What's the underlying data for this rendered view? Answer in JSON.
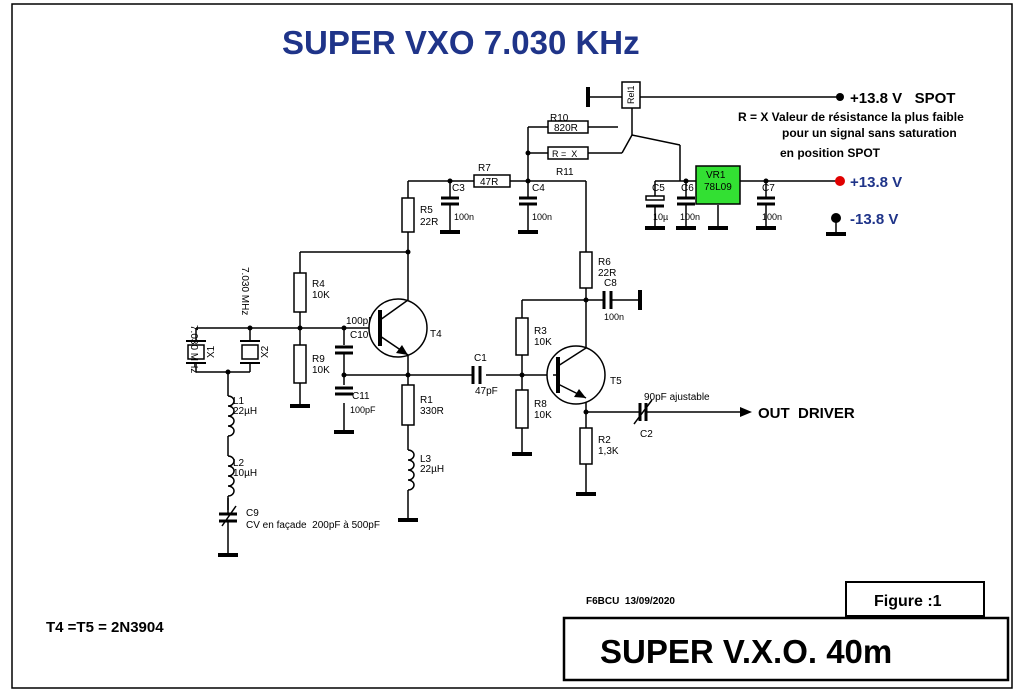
{
  "title": "SUPER VXO 7.030 KHz",
  "supply": {
    "spot": "+13.8 V   SPOT",
    "pos": "+13.8 V",
    "neg": "-13.8 V"
  },
  "note": {
    "line1": "R = X  Valeur de résistance la plus faible",
    "line2": "pour un signal sans  saturation",
    "line3": "en position SPOT"
  },
  "components": {
    "rel1": "Rel1",
    "r10": "R10",
    "r10_val": "820R",
    "r11_box": "R =  X",
    "r11": "R11",
    "r7": "R7",
    "r7_val": "47R",
    "c3": "C3",
    "c3_val": "100n",
    "c4": "C4",
    "c4_val": "100n",
    "c5": "C5",
    "c5_val": "10µ",
    "c6": "C6",
    "c6_val": "100n",
    "vr1": "VR1",
    "vr1_val": "78L09",
    "c7": "C7",
    "c7_val": "100n",
    "r5": "R5",
    "r5_val": "22R",
    "r6": "R6",
    "r6_val": "22R",
    "c8": "C8",
    "c8_val": "100n",
    "r4": "R4",
    "r4_val": "10K",
    "r9": "R9",
    "r9_val": "10K",
    "c10_val": "100pF",
    "c10": "C10",
    "c11": "C11",
    "c11_val": "100pF",
    "t4": "T4",
    "r1": "R1",
    "r1_val": "330R",
    "l3": "L3",
    "l3_val": "22µH",
    "c1": "C1",
    "c1_val": "47pF",
    "r3": "R3",
    "r3_val": "10K",
    "r8": "R8",
    "r8_val": "10K",
    "t5": "T5",
    "r2": "R2",
    "r2_val": "1,3K",
    "c2": "C2",
    "c2_val": "90pF ajustable",
    "x1": "X1",
    "x1_freq": "7.030 MHz",
    "x2": "X2",
    "x2_freq": "7.030 MHz",
    "l1": "L1",
    "l1_val": "22µH",
    "l2": "L2",
    "l2_val": "10µH",
    "c9": "C9",
    "c9_val": "CV en façade  200pF à 500pF"
  },
  "output": "OUT  DRIVER",
  "transistors": "T4 =T5 = 2N3904",
  "author": "F6BCU  13/09/2020",
  "figure": "Figure :1",
  "caption": "SUPER V.X.O. 40m",
  "colors": {
    "title": "#1f3489",
    "regulator": "#33e033",
    "red_terminal": "#e00000",
    "supply_text": "#1f3489"
  }
}
